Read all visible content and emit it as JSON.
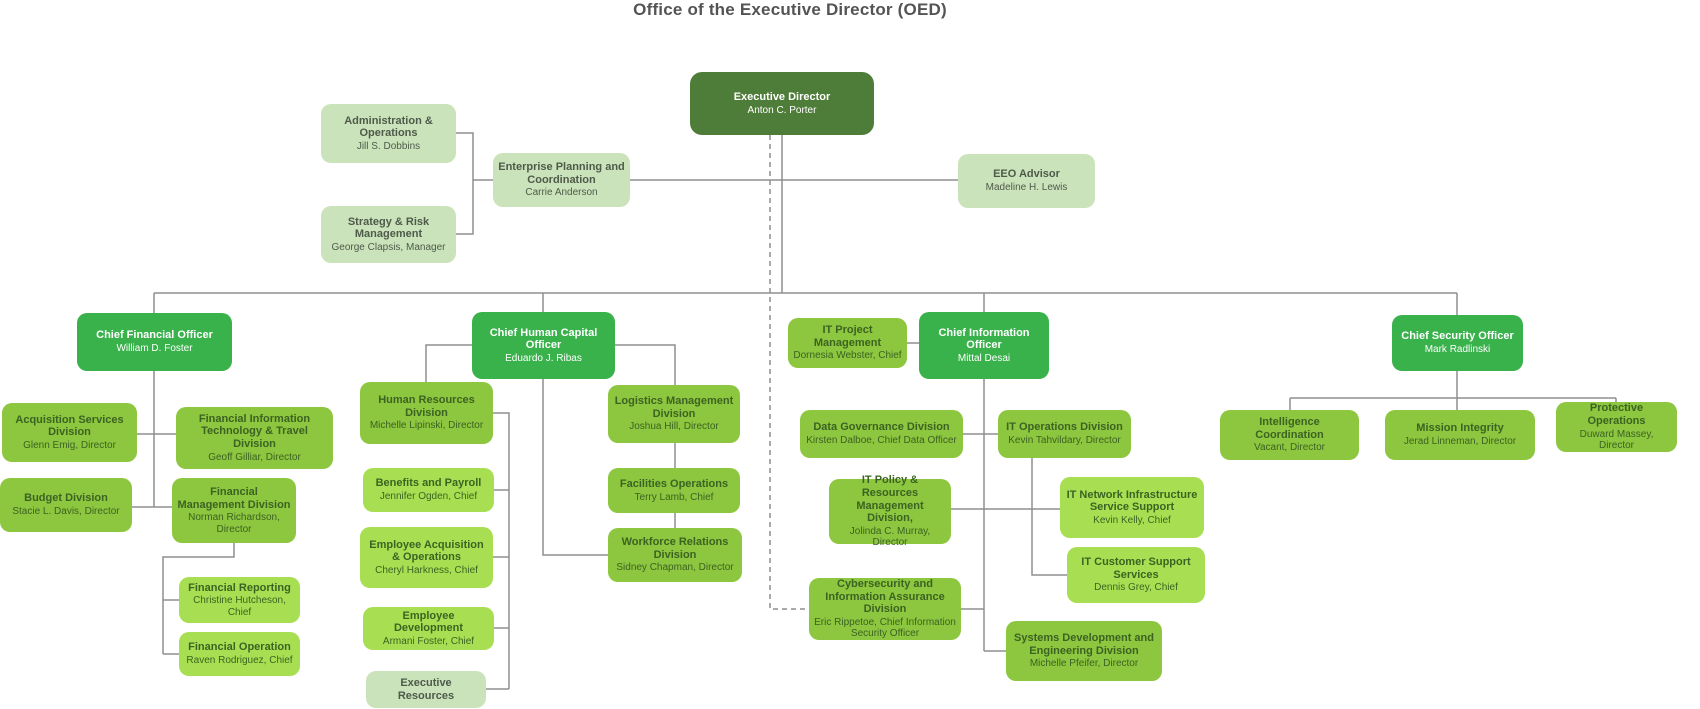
{
  "page_title": "Office of the Executive Director (OED)",
  "colors": {
    "executive_box": "#4e7c39",
    "officer_box": "#39b24c",
    "division_box": "#8dc63f",
    "unit_box": "#a8df52",
    "staff_box": "#cbe3bb",
    "connector": "#8f8f8f",
    "title_text": "#545456"
  },
  "nodes": [
    {
      "id": "executive-director",
      "title": "Executive Director",
      "name": "Anton C. Porter",
      "variant": "exec"
    },
    {
      "id": "administration-operations",
      "title": "Administration & Operations",
      "name": "Jill S. Dobbins",
      "variant": "staff"
    },
    {
      "id": "strategy-risk-management",
      "title": "Strategy & Risk Management",
      "name": "George Clapsis, Manager",
      "variant": "staff"
    },
    {
      "id": "enterprise-planning-coordination",
      "title": "Enterprise Planning and Coordination",
      "name": "Carrie Anderson",
      "variant": "staff"
    },
    {
      "id": "eeo-advisor",
      "title": "EEO Advisor",
      "name": "Madeline H. Lewis",
      "variant": "staff"
    },
    {
      "id": "chief-financial-officer",
      "title": "Chief Financial Officer",
      "name": "William D. Foster",
      "variant": "officer"
    },
    {
      "id": "chief-human-capital-officer",
      "title": "Chief Human Capital Officer",
      "name": "Eduardo J. Ribas",
      "variant": "officer"
    },
    {
      "id": "chief-information-officer",
      "title": "Chief Information Officer",
      "name": "Mittal Desai",
      "variant": "officer"
    },
    {
      "id": "chief-security-officer",
      "title": "Chief Security Officer",
      "name": "Mark Radlinski",
      "variant": "officer"
    },
    {
      "id": "acquisition-services-division",
      "title": "Acquisition Services Division",
      "name": "Glenn Emig, Director",
      "variant": "division"
    },
    {
      "id": "financial-information-technology-travel-division",
      "title": "Financial Information Technology & Travel Division",
      "name": "Geoff Gilliar, Director",
      "variant": "division"
    },
    {
      "id": "budget-division",
      "title": "Budget Division",
      "name": "Stacie L. Davis, Director",
      "variant": "division"
    },
    {
      "id": "financial-management-division",
      "title": "Financial Management Division",
      "name": "Norman Richardson, Director",
      "variant": "division"
    },
    {
      "id": "financial-reporting",
      "title": "Financial Reporting",
      "name": "Christine Hutcheson, Chief",
      "variant": "unit"
    },
    {
      "id": "financial-operation",
      "title": "Financial Operation",
      "name": "Raven Rodriguez, Chief",
      "variant": "unit"
    },
    {
      "id": "human-resources-division",
      "title": "Human Resources Division",
      "name": "Michelle Lipinski, Director",
      "variant": "division"
    },
    {
      "id": "benefits-and-payroll",
      "title": "Benefits and Payroll",
      "name": "Jennifer Ogden, Chief",
      "variant": "unit"
    },
    {
      "id": "employee-acquisition-operations",
      "title": "Employee Acquisition & Operations",
      "name": "Cheryl Harkness, Chief",
      "variant": "unit"
    },
    {
      "id": "employee-development",
      "title": "Employee Development",
      "name": "Armani Foster, Chief",
      "variant": "unit"
    },
    {
      "id": "executive-resources",
      "title": "Executive Resources",
      "name": "",
      "variant": "staff"
    },
    {
      "id": "logistics-management-division",
      "title": "Logistics Management Division",
      "name": "Joshua Hill, Director",
      "variant": "division"
    },
    {
      "id": "facilities-operations",
      "title": "Facilities Operations",
      "name": "Terry Lamb, Chief",
      "variant": "division"
    },
    {
      "id": "workforce-relations-division",
      "title": "Workforce Relations Division",
      "name": "Sidney Chapman, Director",
      "variant": "division"
    },
    {
      "id": "it-project-management",
      "title": "IT Project Management",
      "name": "Dornesia Webster, Chief",
      "variant": "division"
    },
    {
      "id": "data-governance-division",
      "title": "Data Governance Division",
      "name": "Kirsten Dalboe, Chief Data Officer",
      "variant": "division"
    },
    {
      "id": "it-policy-resources-management-division",
      "title": "IT Policy & Resources Management Division,",
      "name": "Jolinda C. Murray, Director",
      "variant": "division"
    },
    {
      "id": "cybersecurity-information-assurance-division",
      "title": "Cybersecurity and Information Assurance Division",
      "name": "Eric Rippetoe, Chief Information Security Officer",
      "variant": "division"
    },
    {
      "id": "it-operations-division",
      "title": "IT Operations Division",
      "name": "Kevin Tahvildary, Director",
      "variant": "division"
    },
    {
      "id": "it-network-infrastructure-service-support",
      "title": "IT Network Infrastructure Service Support",
      "name": "Kevin Kelly, Chief",
      "variant": "unit"
    },
    {
      "id": "it-customer-support-services",
      "title": "IT Customer Support Services",
      "name": "Dennis Grey, Chief",
      "variant": "unit"
    },
    {
      "id": "systems-development-engineering-division",
      "title": "Systems Development and Engineering Division",
      "name": "Michelle Pfeifer, Director",
      "variant": "division"
    },
    {
      "id": "intelligence-coordination",
      "title": "Intelligence Coordination",
      "name": "Vacant, Director",
      "variant": "division"
    },
    {
      "id": "mission-integrity",
      "title": "Mission Integrity",
      "name": "Jerad Linneman, Director",
      "variant": "division"
    },
    {
      "id": "protective-operations",
      "title": "Protective Operations",
      "name": "Duward Massey, Director",
      "variant": "division"
    }
  ]
}
